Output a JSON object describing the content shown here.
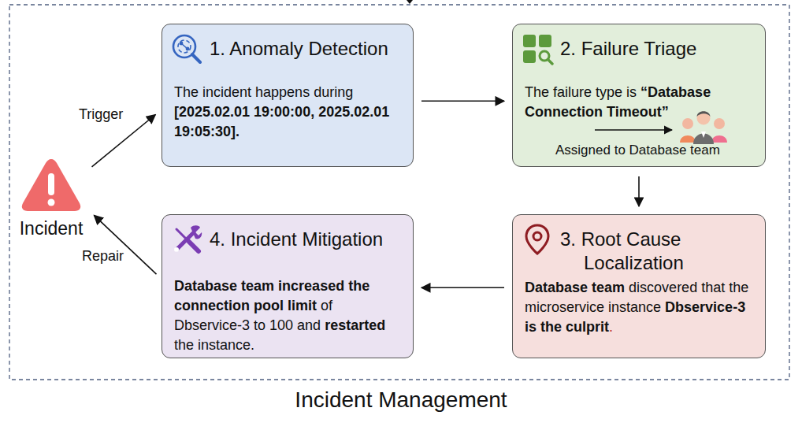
{
  "diagram": {
    "caption": "Incident Management",
    "nodes": [
      {
        "text": [
          "Incident"
        ]
      },
      {
        "text": [
          "1. Anomaly Detection",
          "The incident happens during",
          "[2025.02.01 19:00:00, 2025.02.01 19:05:30]."
        ]
      },
      {
        "text": [
          "2. Failure Triage",
          "The failure type is",
          "“Database Connection Timeout”",
          "Assigned to Database team"
        ]
      },
      {
        "text": [
          "3. Root Cause Localization",
          "Database team",
          "discovered that the microservice instance",
          "Dbservice-3 is the culprit",
          "."
        ]
      },
      {
        "text": [
          "4. Incident Mitigation",
          "Database team",
          "increased the connection pool limit",
          "of Dbservice-3 to 100 and",
          "restarted",
          "the instance."
        ]
      }
    ],
    "edges": [
      {
        "from": 0,
        "to": 1,
        "arrow": "to",
        "label": "Trigger"
      },
      {
        "from": 1,
        "to": 2,
        "arrow": "to"
      },
      {
        "from": 2,
        "to": 3,
        "arrow": "to"
      },
      {
        "from": 3,
        "to": 4,
        "arrow": "to"
      },
      {
        "from": 4,
        "to": 0,
        "arrow": "to",
        "label": "Repair"
      }
    ]
  }
}
